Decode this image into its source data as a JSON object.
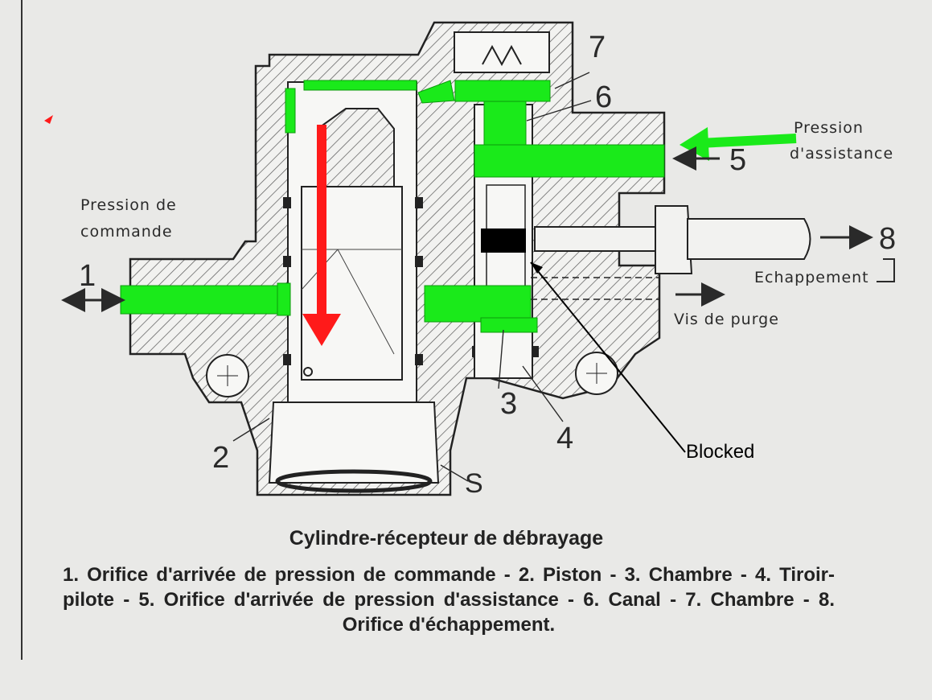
{
  "labels": {
    "n1": "1",
    "n2": "2",
    "n3": "3",
    "n4": "4",
    "n5": "5",
    "n6": "6",
    "n7": "7",
    "n8": "8",
    "s": "S",
    "pression_de": "Pression de",
    "commande": "commande",
    "pression": "Pression",
    "d_assistance": "d'assistance",
    "echappement": "Echappement",
    "vis_de_purge": "Vis de purge",
    "blocked": "Blocked"
  },
  "caption": {
    "title": "Cylindre-récepteur de débrayage",
    "legend": "1. Orifice d'arrivée de pression de commande - 2. Piston - 3. Chambre - 4. Tiroir-pilote - 5. Orifice d'arrivée de pression d'assistance - 6. Canal - 7. Chambre - 8. Orifice d'échappement."
  },
  "colors": {
    "highlight_green": "#1aea1a",
    "arrow_red": "#ff1a1a",
    "block_black": "#000000",
    "paper": "#e9e9e7",
    "ink": "#2a2a2a"
  }
}
